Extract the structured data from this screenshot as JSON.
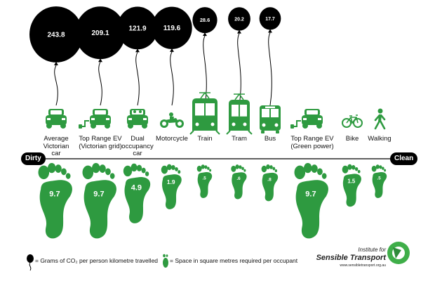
{
  "title": "",
  "scale": {
    "left_label": "Dirty",
    "right_label": "Clean"
  },
  "modes": [
    {
      "label": "Average\nVictorian\ncar",
      "co2": "243.8",
      "space": "9.7",
      "icon": "car-icon"
    },
    {
      "label": "Top Range EV\n(Victorian grid)",
      "co2": "209.1",
      "space": "9.7",
      "icon": "electric-car-icon"
    },
    {
      "label": "Dual\noccupancy\ncar",
      "co2": "121.9",
      "space": "4.9",
      "icon": "two-person-car-icon"
    },
    {
      "label": "Motorcycle",
      "co2": "119.6",
      "space": "1.9",
      "icon": "motorcycle-icon"
    },
    {
      "label": "Train",
      "co2": "28.6",
      "space": ".5",
      "icon": "train-icon"
    },
    {
      "label": "Tram",
      "co2": "20.2",
      "space": ".6",
      "icon": "tram-icon"
    },
    {
      "label": "Bus",
      "co2": "17.7",
      "space": ".8",
      "icon": "bus-icon"
    },
    {
      "label": "Top Range EV\n(Green power)",
      "co2": "",
      "space": "9.7",
      "icon": "electric-car-icon"
    },
    {
      "label": "Bike",
      "co2": "",
      "space": "1.5",
      "icon": "bicycle-icon"
    },
    {
      "label": "Walking",
      "co2": "",
      "space": ".5",
      "icon": "walking-person-icon"
    }
  ],
  "legend": {
    "balloon_text": "= Grams of CO₂ per person kilometre travelled",
    "footprint_text": "= Space in square metres required per occupant"
  },
  "logo": {
    "line1": "Institute for",
    "line2": "Sensible Transport",
    "url": "www.sensibletransport.org.au"
  },
  "colors": {
    "balloon": "#000000",
    "footprint": "#2e9a40",
    "icon": "#2e9a40",
    "text": "#111111"
  }
}
